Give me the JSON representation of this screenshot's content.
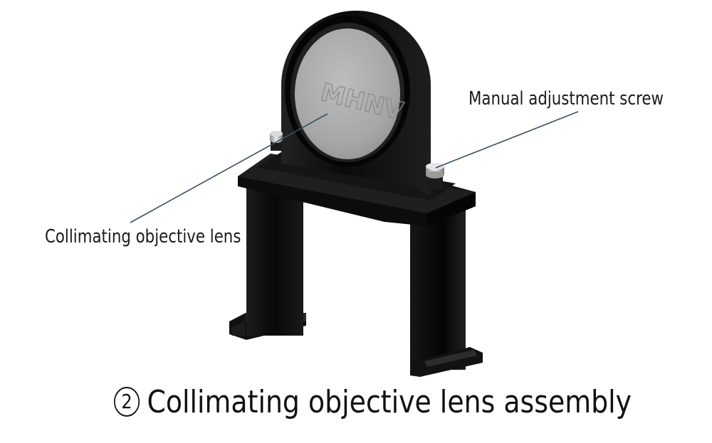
{
  "labels": {
    "lens": "Collimating objective lens",
    "screw": "Manual adjustment screw"
  },
  "caption": {
    "number": "2",
    "text": "Collimating objective lens assembly"
  },
  "logo": {
    "text": "MHNV"
  },
  "colors": {
    "background": "#ffffff",
    "body": "#0d0d0d",
    "lens": "#a9a9a9",
    "leader_line": "#3d4f63",
    "text": "#1a1a1a"
  }
}
